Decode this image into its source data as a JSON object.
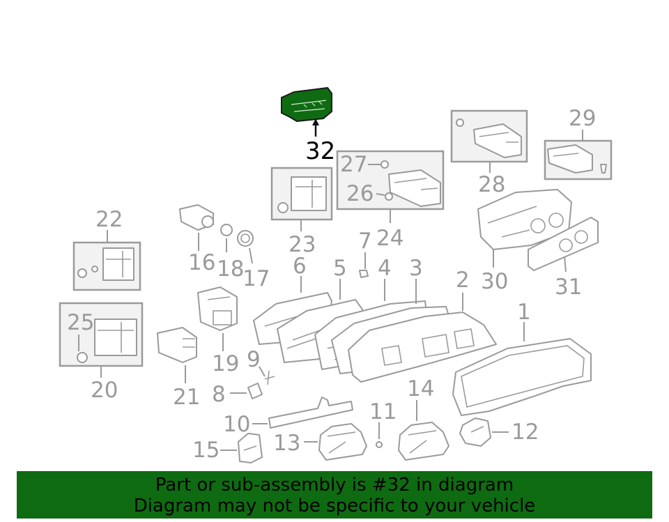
{
  "diagram": {
    "highlight_color": "#0f6b11",
    "part_color": "#9a9a9a",
    "highlighted_part": "32",
    "labels": {
      "p1": "1",
      "p2": "2",
      "p3": "3",
      "p4": "4",
      "p5": "5",
      "p6": "6",
      "p7": "7",
      "p8": "8",
      "p9": "9",
      "p10": "10",
      "p11": "11",
      "p12": "12",
      "p13": "13",
      "p14": "14",
      "p15": "15",
      "p16": "16",
      "p17": "17",
      "p18": "18",
      "p19": "19",
      "p20": "20",
      "p21": "21",
      "p22": "22",
      "p23": "23",
      "p24": "24",
      "p25": "25",
      "p26": "26",
      "p27": "27",
      "p28": "28",
      "p29": "29",
      "p30": "30",
      "p31": "31",
      "p32": "32"
    }
  },
  "banner": {
    "line1": "Part or sub-assembly is #32 in diagram",
    "line2": "Diagram may not be specific to your vehicle"
  }
}
